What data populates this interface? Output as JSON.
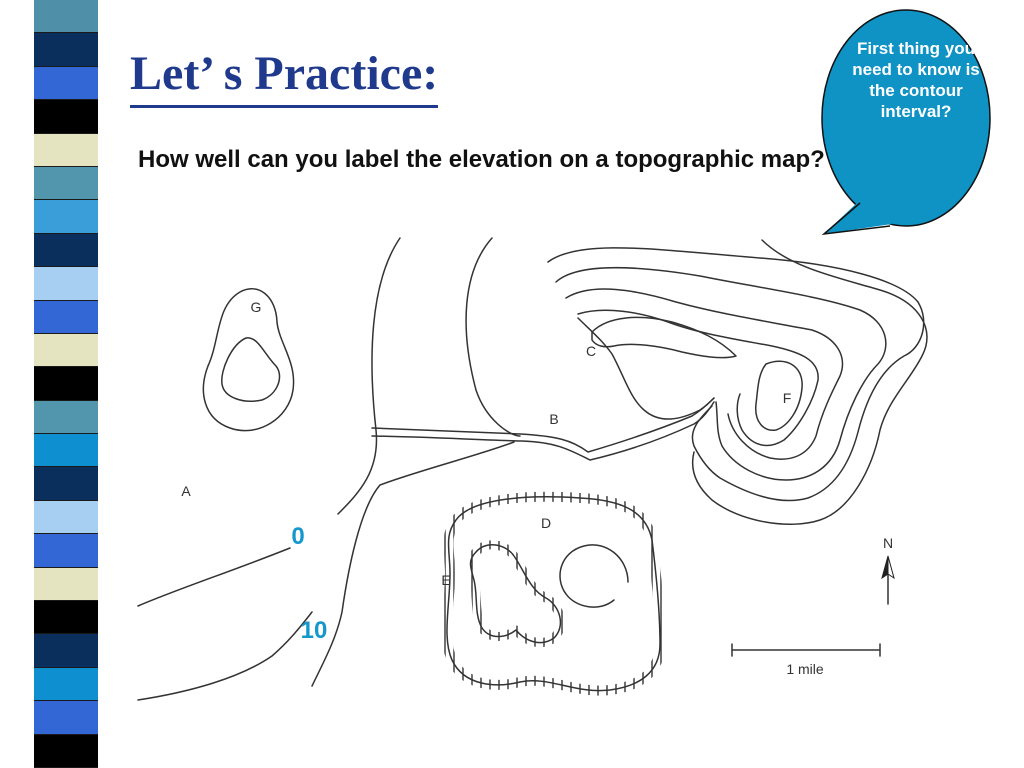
{
  "slide": {
    "title": "Let’ s Practice:",
    "question": "How well can you label the elevation on a topographic map?"
  },
  "callout": {
    "text": "First thing you need to know is the contour interval?",
    "fill": "#0e93c4"
  },
  "map": {
    "points": {
      "A": "A",
      "B": "B",
      "C": "C",
      "D": "D",
      "E": "E",
      "F": "F",
      "G": "G"
    },
    "elevations": {
      "first": "0",
      "second": "10"
    },
    "elevation_color": "#1497cc",
    "north": "N",
    "scale": "1 mile"
  },
  "stripes": [
    "#4f8fa8",
    "#0a2f5c",
    "#3367d6",
    "#000000",
    "#e4e4c0",
    "#5296ad",
    "#3a9ed9",
    "#0a2f5c",
    "#a6cff2",
    "#3367d6",
    "#e4e4c0",
    "#000000",
    "#5296ad",
    "#0e8fd0",
    "#0a2f5c",
    "#a6cff2",
    "#3367d6",
    "#e4e4c0",
    "#000000",
    "#0a2f5c",
    "#0e8fd0",
    "#3367d6",
    "#000000"
  ]
}
